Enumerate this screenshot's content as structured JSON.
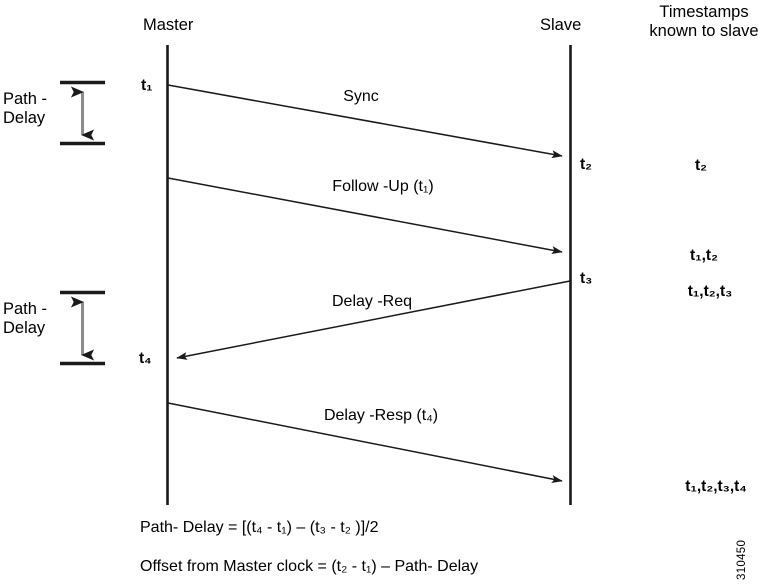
{
  "diagram": {
    "title_axes": {
      "master_label": "Master",
      "slave_label": "Slave",
      "timestamps_header_line1": "Timestamps",
      "timestamps_header_line2": "known to slave"
    },
    "messages": [
      {
        "name": "sync",
        "label": "Sync",
        "direction": "master-to-slave"
      },
      {
        "name": "follow-up",
        "label": "Follow -Up (t₁)",
        "direction": "master-to-slave"
      },
      {
        "name": "delay-req",
        "label": "Delay -Req",
        "direction": "slave-to-master"
      },
      {
        "name": "delay-resp",
        "label": "Delay -Resp (t₄)",
        "direction": "master-to-slave"
      }
    ],
    "timestamp_marks": [
      {
        "name": "t1",
        "label": "t₁",
        "side": "master"
      },
      {
        "name": "t2",
        "label": "t₂",
        "side": "slave"
      },
      {
        "name": "t3",
        "label": "t₃",
        "side": "slave"
      },
      {
        "name": "t4",
        "label": "t₄",
        "side": "master"
      }
    ],
    "known_timestamps": [
      {
        "name": "known-after-sync",
        "label": "t₂"
      },
      {
        "name": "known-after-follow-up",
        "label": "t₁,t₂"
      },
      {
        "name": "known-after-delay-req",
        "label": "t₁,t₂,t₃"
      },
      {
        "name": "known-after-delay-resp",
        "label": "t₁,t₂,t₃,t₄"
      }
    ],
    "brackets": [
      {
        "name": "path-delay-upper",
        "line1": "Path -",
        "line2": "Delay"
      },
      {
        "name": "path-delay-lower",
        "line1": "Path -",
        "line2": "Delay"
      }
    ],
    "formulas": [
      {
        "name": "path-delay-formula",
        "text": "Path- Delay = [(t₄ - t₁) – (t₃ - t₂ )]/2"
      },
      {
        "name": "offset-formula",
        "text": "Offset from Master clock  = (t₂ - t₁) – Path- Delay"
      }
    ],
    "figure_id": "310450",
    "colors": {
      "stroke": "#1a1a1a",
      "arrow_shaft_gray": "#8c8c8c",
      "background": "#ffffff"
    }
  }
}
